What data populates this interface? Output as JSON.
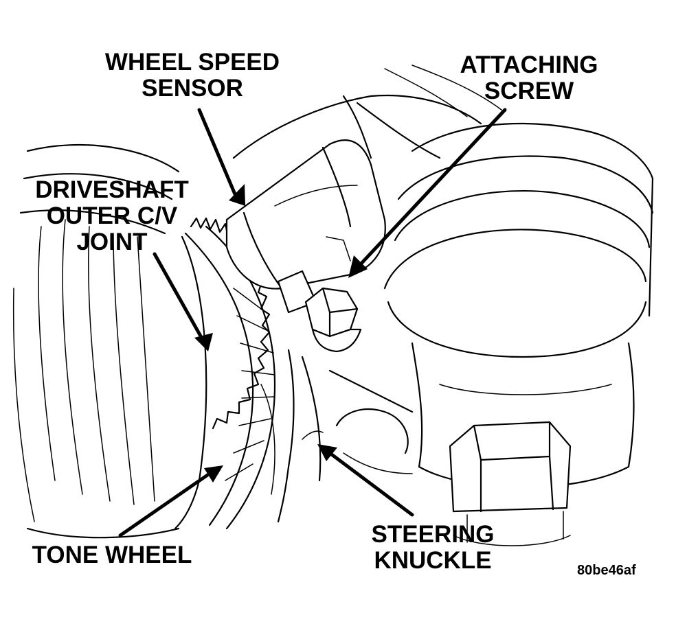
{
  "labels": {
    "wheel_speed_sensor": [
      "WHEEL SPEED",
      "SENSOR"
    ],
    "attaching_screw": [
      "ATTACHING",
      "SCREW"
    ],
    "driveshaft_joint": [
      "DRIVESHAFT",
      "OUTER C/V",
      "JOINT"
    ],
    "tone_wheel": [
      "TONE WHEEL"
    ],
    "steering_knuckle": [
      "STEERING",
      "KNUCKLE"
    ]
  },
  "figure_code": "80be46af",
  "colors": {
    "ink": "#000000",
    "paper": "#ffffff"
  }
}
